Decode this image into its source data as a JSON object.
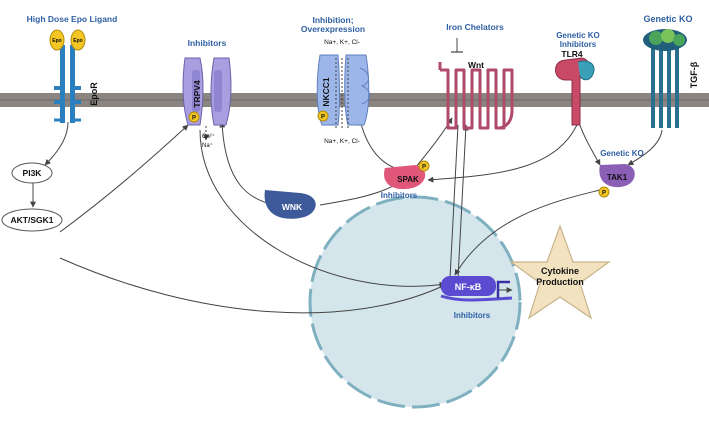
{
  "labels": {
    "high_dose": "High Dose Epo Ligand",
    "epo1": "Epo",
    "epo2": "Epo",
    "epor": "EpoR",
    "inhibitors_trpv4": "Inhibitors",
    "trpv4": "TRPV4",
    "ca": "Ca²⁺",
    "na": "Na⁺",
    "nkcc1_line1": "Inhibition;",
    "nkcc1_line2": "Overexpression",
    "ions_top": "Na+, K+, Cl-",
    "ions_bottom": "Na+, K+, Cl-",
    "nkcc1": "NKCC1",
    "iron_chelators": "Iron Chelators",
    "wnt": "Wnt",
    "tlr4_line1": "Genetic KO",
    "tlr4_line2": "Inhibitors",
    "tlr4": "TLR4",
    "genetic_ko_tgf": "Genetic KO",
    "tgfb": "TGF-β",
    "pi3k": "PI3K",
    "akt": "AKT/SGK1",
    "wnk": "WNK",
    "spak": "SPAK",
    "spak_inhibitors": "Inhibitors",
    "tak1_genetic_ko": "Genetic KO",
    "tak1": "TAK1",
    "nfkb": "NF-κB",
    "nfkb_inhibitors": "Inhibitors",
    "cytokine_line1": "Cytokine",
    "cytokine_line2": "Production",
    "p_trpv4": "P",
    "p_nkcc1": "P",
    "p_spak": "P",
    "p_tak1": "P"
  },
  "colors": {
    "membrane": "#8a8580",
    "trpv4": "#a89ee0",
    "nkcc1": "#9db6ea",
    "wnt": "#b04a6a",
    "tlr4": "#c94a66",
    "tgf": "#2a6f8f",
    "wnk": "#3d5a9a",
    "spak": "#e0577a",
    "tak1": "#8a5fb5",
    "nfkb": "#5b4bd1",
    "nucleus": "#d4e6ec",
    "star": "#f2e2c0",
    "phospho": "#f3c623",
    "label_blue": "#2e5fa3"
  }
}
